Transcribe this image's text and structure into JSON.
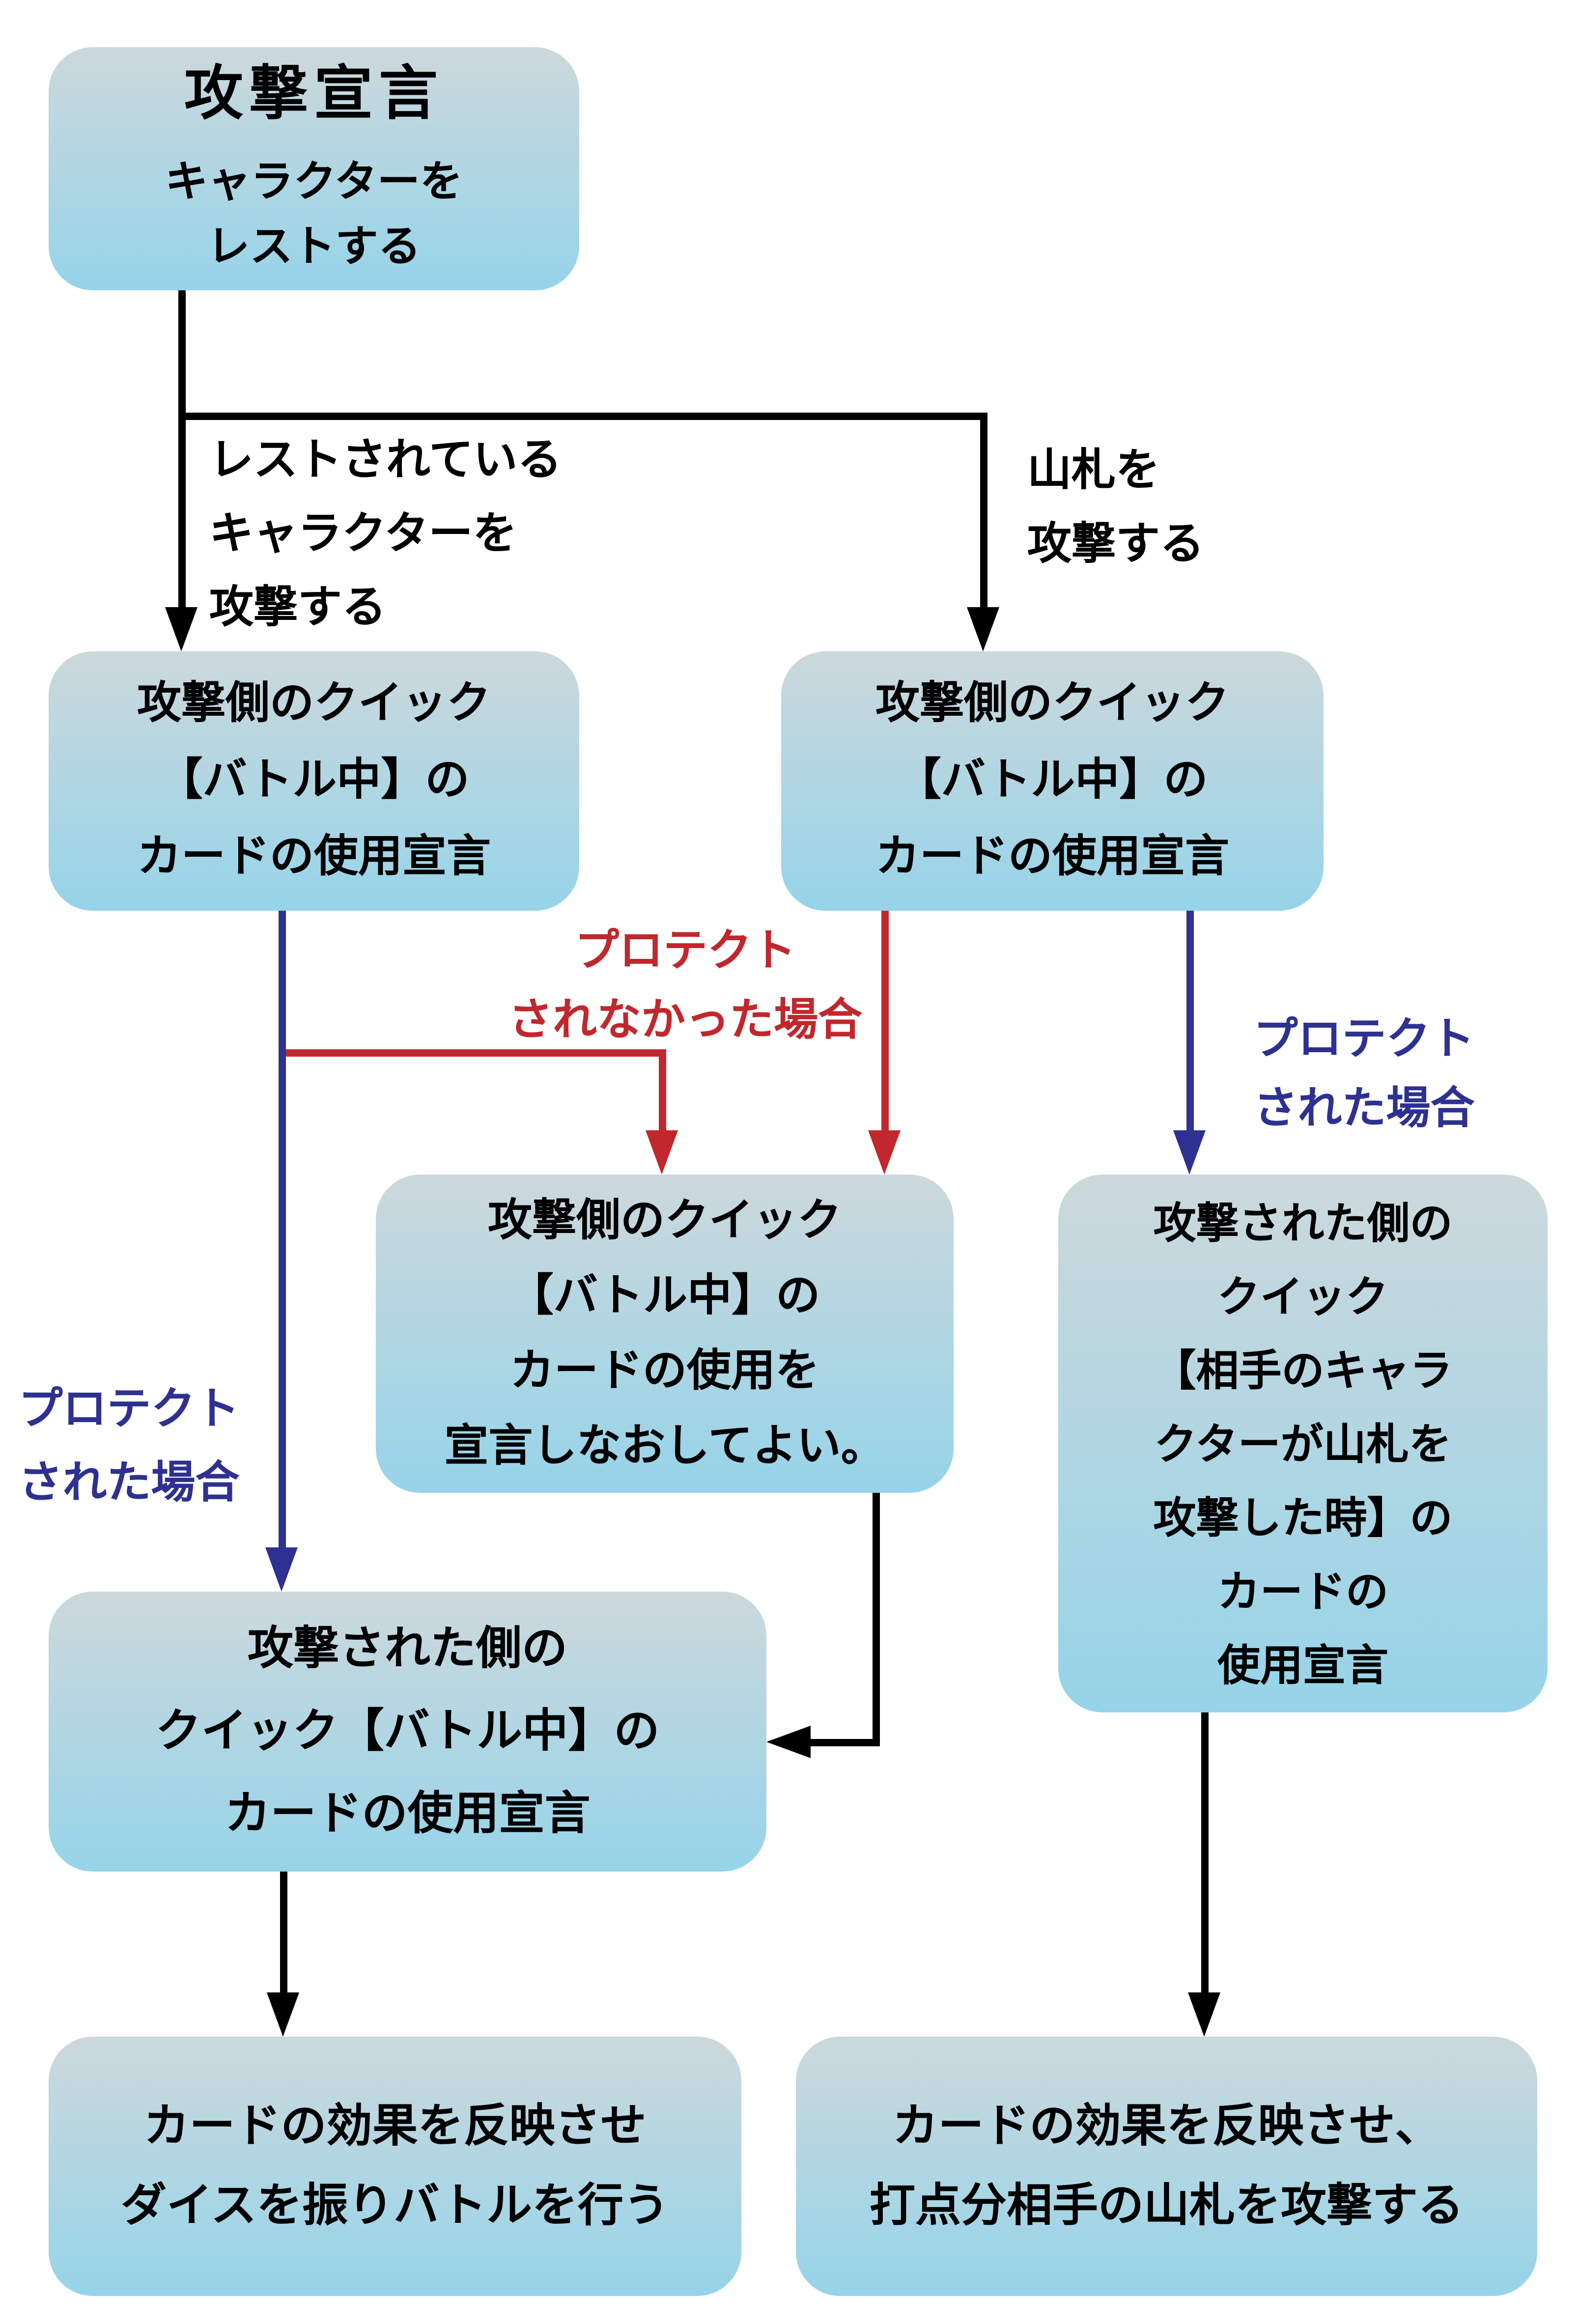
{
  "colors": {
    "bg": "#ffffff",
    "box-top": "#ccd8dc",
    "box-bottom": "#96d4e9",
    "text": "#000000",
    "line-black": "#000000",
    "line-red": "#c1272d",
    "line-navy": "#2e3191"
  },
  "nodes": {
    "start": {
      "title": "攻撃宣言",
      "body": "キャラクターを\nレストする"
    },
    "attacker_quick_rested": {
      "body": "攻撃側のクイック\n【バトル中】の\nカードの使用宣言"
    },
    "attacker_quick_deck": {
      "body": "攻撃側のクイック\n【バトル中】の\nカードの使用宣言"
    },
    "redeclare": {
      "body": "攻撃側のクイック\n【バトル中】の\nカードの使用を\n宣言しなおしてよい。"
    },
    "defender_quick_deck": {
      "body": "攻撃された側の\nクイック\n【相手のキャラ\nクターが山札を\n攻撃した時】の\nカードの\n使用宣言"
    },
    "defender_quick_battle": {
      "body": "攻撃された側の\nクイック【バトル中】の\nカードの使用宣言"
    },
    "resolve_battle": {
      "body": "カードの効果を反映させ\nダイスを振りバトルを行う"
    },
    "resolve_deck_attack": {
      "body": "カードの効果を反映させ、\n打点分相手の山札を攻撃する"
    }
  },
  "edge_labels": {
    "attack_rested": "レストされている\nキャラクターを\n攻撃する",
    "attack_deck": "山札を\n攻撃する",
    "not_protected": "プロテクト\nされなかった場合",
    "protected_right": "プロテクト\nされた場合",
    "protected_left": "プロテクト\nされた場合"
  }
}
